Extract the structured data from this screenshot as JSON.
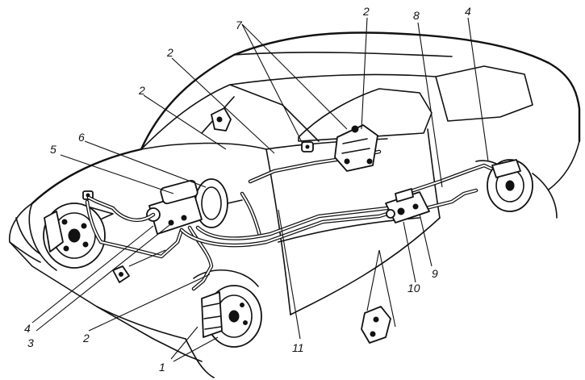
{
  "labels": {
    "l1": "1",
    "l2a": "2",
    "l2b": "2",
    "l2c": "2",
    "l2d": "2",
    "l3": "3",
    "l4a": "4",
    "l4b": "4",
    "l5": "5",
    "l6": "6",
    "l7": "7",
    "l8": "8",
    "l9": "9",
    "l10": "10",
    "l11": "11"
  }
}
